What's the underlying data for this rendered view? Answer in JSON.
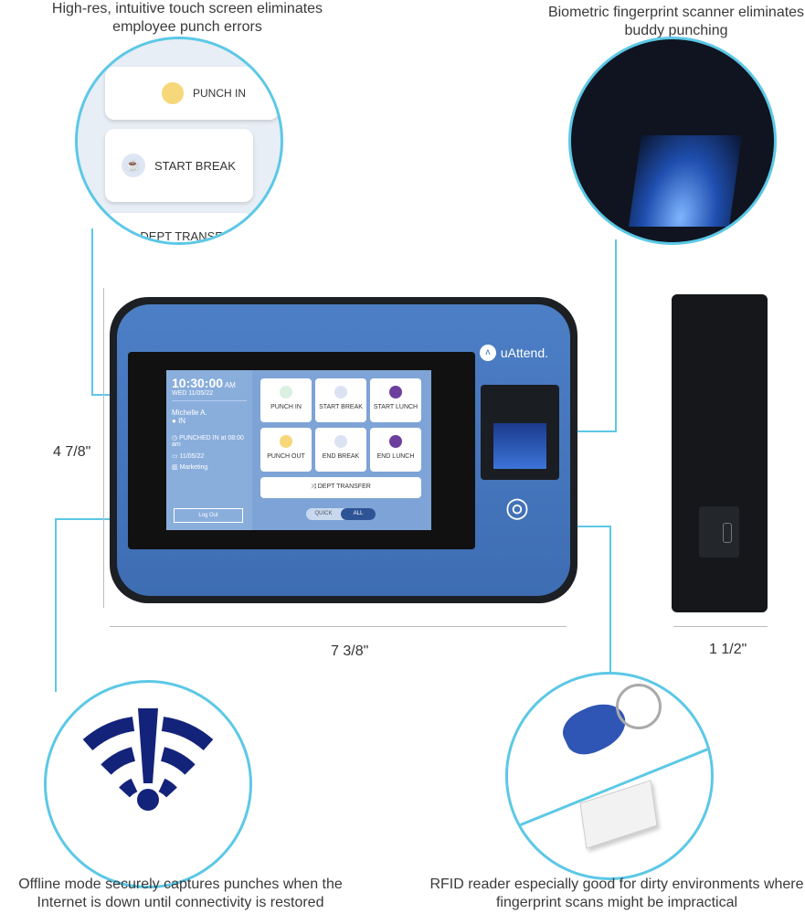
{
  "captions": {
    "touch": "High-res, intuitive touch screen eliminates employee punch errors",
    "biometric": "Biometric fingerprint scanner eliminates buddy punching",
    "offline": "Offline mode securely captures punches when the Internet is down until connectivity is restored",
    "rfid": "RFID reader especially good for dirty environments where fingerprint scans might be impractical"
  },
  "dimensions": {
    "height": "4 7/8\"",
    "width": "7 3/8\"",
    "depth": "1 1/2\""
  },
  "brand": "uAttend.",
  "zoom_screen": {
    "punch": "PUNCH IN",
    "start_break": "START BREAK",
    "dept_transfer": "DEPT TRANSFER"
  },
  "screen": {
    "time": "10:30:00",
    "ampm": "AM",
    "date": "WED 11/05/22",
    "user": "Michelle A.",
    "status": "IN",
    "punched": "PUNCHED IN at 08:00 am",
    "day": "11/05/22",
    "dept": "Marketing",
    "logout": "Log Out",
    "tiles": [
      "PUNCH IN",
      "START BREAK",
      "START LUNCH",
      "PUNCH OUT",
      "END BREAK",
      "END LUNCH"
    ],
    "dept_transfer": "DEPT TRANSFER",
    "toggle": {
      "quick": "QUICK",
      "all": "ALL"
    }
  },
  "colors": {
    "accent": "#5cc8e6",
    "device_blue": "#4a7cc3",
    "wifi_navy": "#14237a"
  }
}
